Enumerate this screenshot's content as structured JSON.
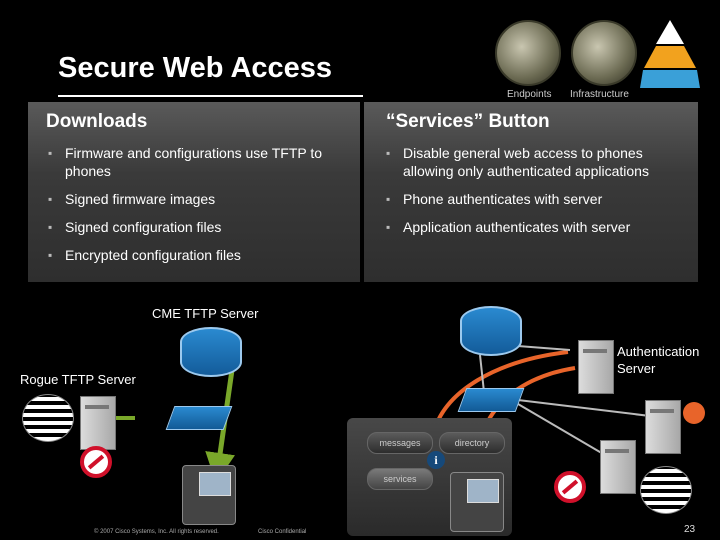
{
  "header": {
    "title": "Secure Web Access",
    "thumb_labels": [
      "Endpoints",
      "Infrastructure"
    ]
  },
  "left_panel": {
    "heading": "Downloads",
    "bullets": [
      "Firmware and configurations use TFTP to phones",
      "Signed firmware images",
      "Signed configuration files",
      "Encrypted configuration files"
    ]
  },
  "right_panel": {
    "heading": "“Services” Button",
    "bullets": [
      "Disable general web access to phones allowing only authenticated applications",
      "Phone authenticates with server",
      "Application authenticates with server"
    ]
  },
  "diagram": {
    "cme_label": "CME TFTP Server",
    "rogue_label": "Rogue TFTP Server",
    "auth_label_line1": "Authentication",
    "auth_label_line2": "Server",
    "pill_labels": [
      "messages",
      "directory",
      "services"
    ],
    "info_glyph": "i"
  },
  "footer": {
    "copyright": "© 2007 Cisco Systems, Inc. All rights reserved.",
    "confidential": "Cisco Confidential",
    "page_number": "23"
  },
  "colors": {
    "accent_blue": "#1a6fb8",
    "arrow_green": "#7aa82a",
    "arrow_orange": "#e8642a",
    "deny_red": "#d0102a",
    "panel_gray": "#3a3a3a"
  }
}
